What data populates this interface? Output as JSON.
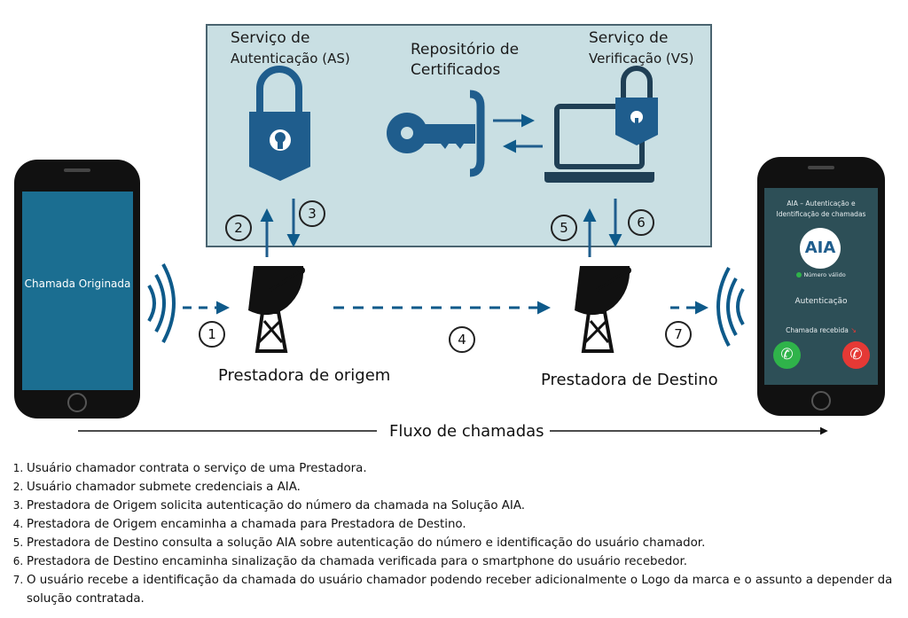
{
  "panel": {
    "as": {
      "line1": "Serviço de",
      "line2": "Autenticação (AS)"
    },
    "repo": {
      "line1": "Repositório de",
      "line2": "Certificados"
    },
    "vs": {
      "line1": "Serviço de",
      "line2": "Verificação (VS)"
    }
  },
  "left_phone": {
    "screen_text": "Chamada Originada"
  },
  "right_phone": {
    "title_line1": "AIA – Autenticação e",
    "title_line2": "Identificação de chamadas",
    "logo": "AIA",
    "valid_text": "Número válido",
    "auth_text": "Autenticação",
    "received_text": "Chamada recebida"
  },
  "origin_label": "Prestadora de origem",
  "dest_label": "Prestadora de Destino",
  "flow_label": "Fluxo de chamadas",
  "steps": [
    "1",
    "2",
    "3",
    "4",
    "5",
    "6",
    "7"
  ],
  "notes": [
    "Usuário chamador contrata o serviço de uma Prestadora.",
    "Usuário chamador submete credenciais a AIA.",
    "Prestadora de Origem solicita autenticação do número da chamada na Solução AIA.",
    "Prestadora de Origem encaminha a chamada para Prestadora de Destino.",
    "Prestadora de Destino consulta a solução AIA sobre autenticação do número e identificação do usuário chamador.",
    "Prestadora de Destino encaminha sinalização da chamada verificada para o smartphone do usuário recebedor.",
    "O usuário recebe a identificação da chamada do usuário chamador podendo receber adicionalmente o Logo da marca e o assunto a depender da solução contratada."
  ],
  "colors": {
    "accent": "#0e5a8a",
    "panel_bg": "#c9dfe3",
    "accept": "#2fb34a",
    "decline": "#e53935"
  }
}
